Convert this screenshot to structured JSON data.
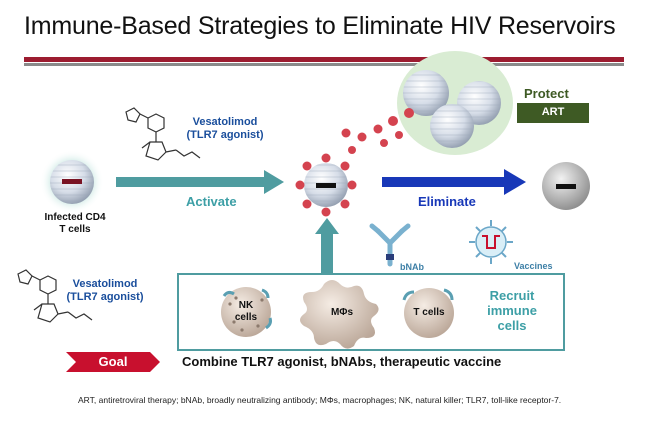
{
  "title": "Immune-Based Strategies to Eliminate HIV Reservoirs",
  "infected_cell": {
    "label_line1": "Infected CD4",
    "label_line2": "T cells"
  },
  "vesatolimod_top": {
    "name": "Vesatolimod",
    "mechanism": "(TLR7 agonist)"
  },
  "vesatolimod_bottom": {
    "name": "Vesatolimod",
    "mechanism": "(TLR7 agonist)"
  },
  "arrows": {
    "activate": "Activate",
    "eliminate": "Eliminate"
  },
  "protect": {
    "label": "Protect",
    "badge": "ART"
  },
  "bnab_label": "bNAb",
  "vaccines_label": "Vaccines",
  "immune_cells": {
    "nk_line1": "NK",
    "nk_line2": "cells",
    "macrophage": "MΦs",
    "tcells": "T cells"
  },
  "recruit": {
    "line1": "Recruit",
    "line2": "immune",
    "line3": "cells"
  },
  "goal": {
    "label": "Goal",
    "text": "Combine TLR7 agonist, bNAbs, therapeutic vaccine"
  },
  "footnote": "ART, antiretroviral therapy; bNAb, broadly neutralizing antibody; MΦs, macrophages; NK, natural killer; TLR7, toll-like receptor-7.",
  "colors": {
    "accent_red": "#c8102e",
    "teal": "#4f9ca0",
    "blue": "#1838b8",
    "protect_green": "#3e5a24"
  }
}
